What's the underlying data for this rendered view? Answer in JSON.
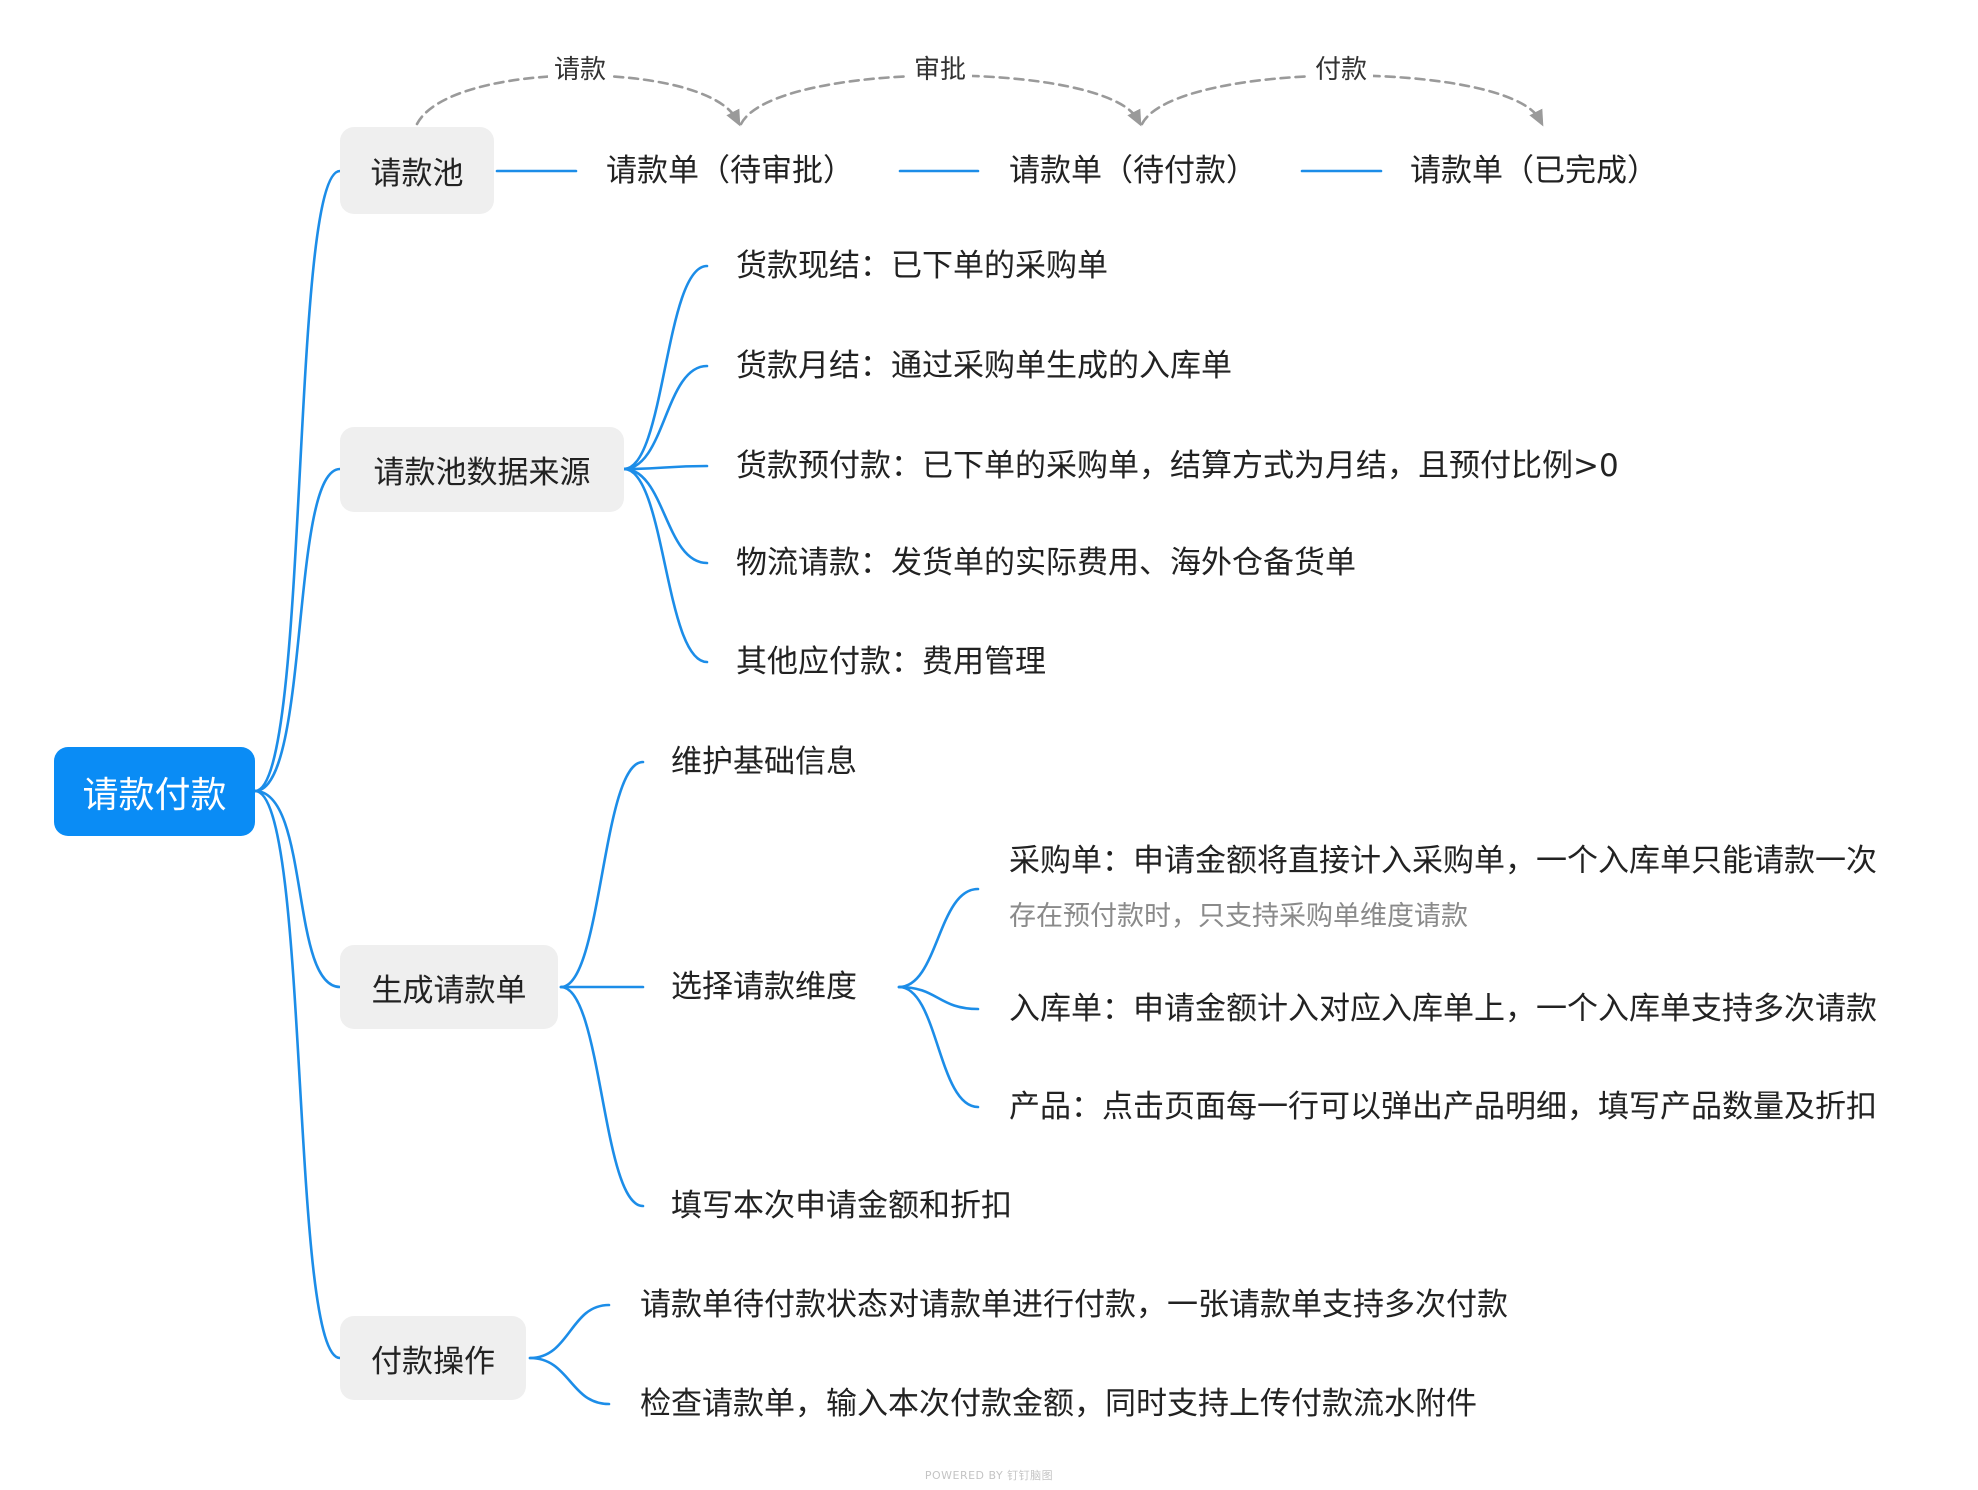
{
  "colors": {
    "accent": "#0a8cf5",
    "line": "#1c8de8",
    "node_bg": "#efefef",
    "text": "#222222",
    "muted": "#8a8a8a",
    "dash": "#9a9a9a"
  },
  "root": {
    "label": "请款付款"
  },
  "branches": {
    "pool": {
      "label": "请款池",
      "stages": [
        "请款单（待审批）",
        "请款单（待付款）",
        "请款单（已完成）"
      ],
      "transitions": [
        "请款",
        "审批",
        "付款"
      ]
    },
    "sources": {
      "label": "请款池数据来源",
      "items": [
        "货款现结：已下单的采购单",
        "货款月结：通过采购单生成的入库单",
        "货款预付款：已下单的采购单，结算方式为月结，且预付比例>0",
        "物流请款：发货单的实际费用、海外仓备货单",
        "其他应付款：费用管理"
      ]
    },
    "create": {
      "label": "生成请款单",
      "items": [
        "维护基础信息",
        "选择请款维度",
        "填写本次申请金额和折扣"
      ],
      "dimensions": [
        {
          "text": "采购单：申请金额将直接计入采购单，一个入库单只能请款一次",
          "note": "存在预付款时，只支持采购单维度请款"
        },
        {
          "text": "入库单：申请金额计入对应入库单上，一个入库单支持多次请款"
        },
        {
          "text": "产品：点击页面每一行可以弹出产品明细，填写产品数量及折扣"
        }
      ]
    },
    "payment": {
      "label": "付款操作",
      "items": [
        "请款单待付款状态对请款单进行付款，一张请款单支持多次付款",
        "检查请款单，输入本次付款金额，同时支持上传付款流水附件"
      ]
    }
  },
  "footer": {
    "powered_by": "POWERED BY 钉钉脑图"
  }
}
